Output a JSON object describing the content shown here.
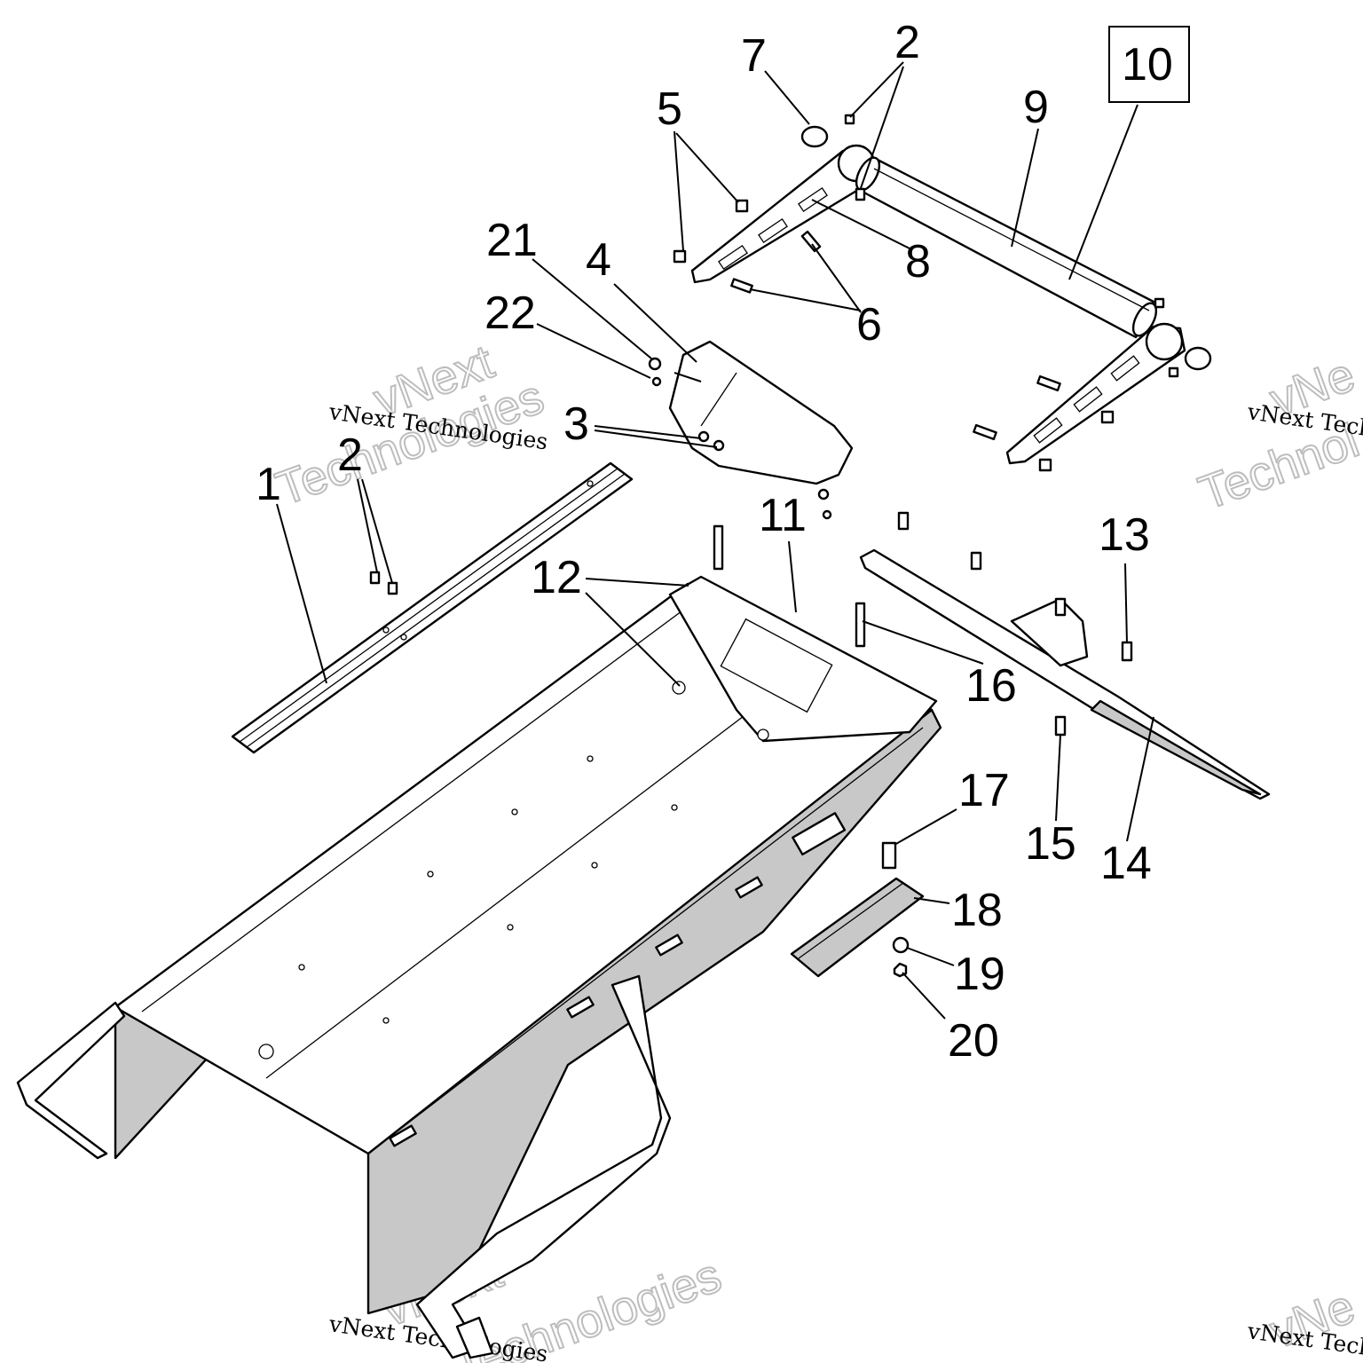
{
  "diagram": {
    "boxed_callout": "10",
    "callouts": [
      {
        "id": "c1",
        "label": "1"
      },
      {
        "id": "c2a",
        "label": "2"
      },
      {
        "id": "c2b",
        "label": "2"
      },
      {
        "id": "c3",
        "label": "3"
      },
      {
        "id": "c4",
        "label": "4"
      },
      {
        "id": "c5",
        "label": "5"
      },
      {
        "id": "c6",
        "label": "6"
      },
      {
        "id": "c7",
        "label": "7"
      },
      {
        "id": "c8",
        "label": "8"
      },
      {
        "id": "c9",
        "label": "9"
      },
      {
        "id": "c11",
        "label": "11"
      },
      {
        "id": "c12",
        "label": "12"
      },
      {
        "id": "c13",
        "label": "13"
      },
      {
        "id": "c14",
        "label": "14"
      },
      {
        "id": "c15",
        "label": "15"
      },
      {
        "id": "c16",
        "label": "16"
      },
      {
        "id": "c17",
        "label": "17"
      },
      {
        "id": "c18",
        "label": "18"
      },
      {
        "id": "c19",
        "label": "19"
      },
      {
        "id": "c20",
        "label": "20"
      },
      {
        "id": "c21",
        "label": "21"
      },
      {
        "id": "c22",
        "label": "22"
      }
    ]
  },
  "watermark": {
    "line_small": "vNext Technologies",
    "line_big_1": "vNext",
    "line_big_2": "Technologies",
    "line_big_clip_1": "vNe",
    "line_big_clip_2": "Technol"
  },
  "colors": {
    "ink": "#000000",
    "shade": "#c8c8c8",
    "watermark": "#bdbdbd"
  }
}
